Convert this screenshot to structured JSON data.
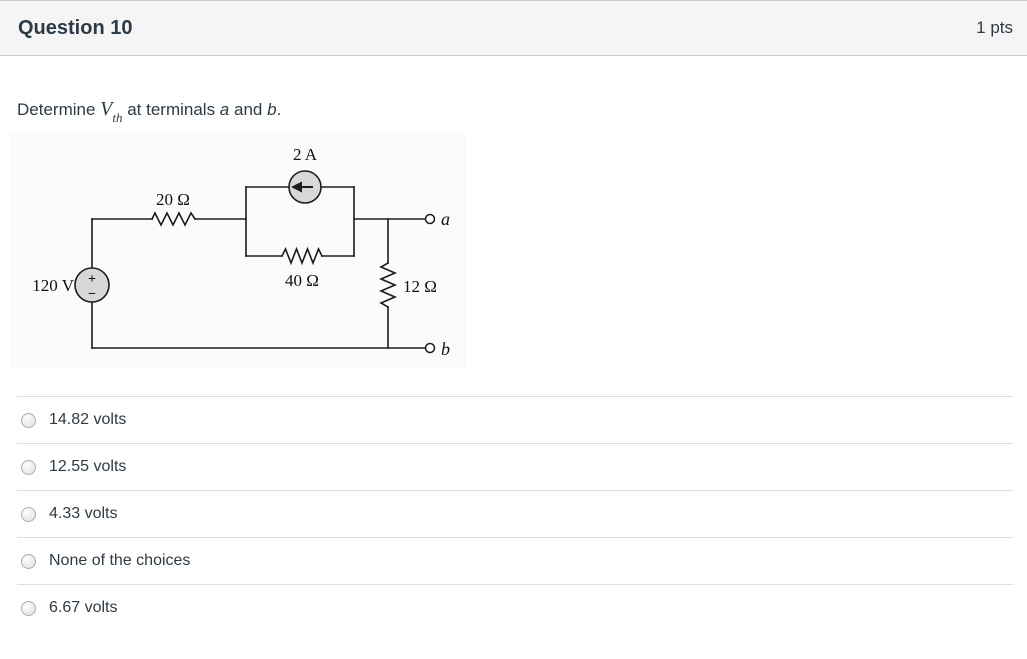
{
  "header": {
    "title": "Question 10",
    "points": "1 pts"
  },
  "question": {
    "prefix": "Determine ",
    "math_var": "V",
    "math_sub": "th",
    "middle": " at terminals ",
    "var_a": "a",
    "conj": " and ",
    "var_b": "b",
    "suffix": "."
  },
  "circuit": {
    "voltage_source_label": "120 V",
    "series_resistor_label": "20 Ω",
    "current_source_label": "2 A",
    "parallel_resistor_label": "40 Ω",
    "load_resistor_label": "12 Ω",
    "terminal_a_label": "a",
    "terminal_b_label": "b",
    "plus_sign": "+",
    "minus_sign": "−"
  },
  "answers": [
    {
      "label": "14.82 volts"
    },
    {
      "label": "12.55 volts"
    },
    {
      "label": "4.33 volts"
    },
    {
      "label": "None of the choices"
    },
    {
      "label": "6.67 volts"
    }
  ],
  "colors": {
    "header_bg": "#f5f5f5",
    "header_border": "#c7cdd1",
    "text": "#2d3b45",
    "divider": "#dddddd",
    "circuit_stroke": "#1c1c1c",
    "source_fill": "#d8d8d6"
  }
}
